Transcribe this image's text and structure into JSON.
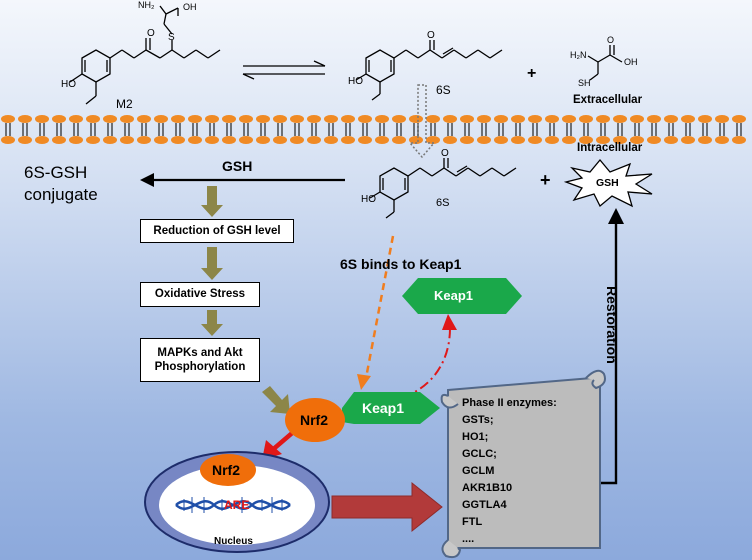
{
  "top": {
    "m2_label": "M2",
    "sixs_top_label": "6S",
    "plus_top": "+",
    "extracellular": "Extracellular",
    "intracellular": "Intracellular",
    "nh2_label": "H₂N",
    "oh_label": "OH",
    "sh_label": "SH",
    "ho_label": "HO",
    "o_label": "O",
    "s_label": "S",
    "nh2_m2": "NH₂"
  },
  "gsh_section": {
    "conjugate_line1": "6S-GSH",
    "conjugate_line2": "conjugate",
    "gsh_label": "GSH",
    "sixs_mid_label": "6S",
    "plus_mid": "+",
    "gsh_burst": "GSH"
  },
  "cascade": {
    "box1": "Reduction of GSH level",
    "box2": "Oxidative Stress",
    "box3_line1": "MAPKs and Akt",
    "box3_line2": "Phosphorylation"
  },
  "keap": {
    "binds_label": "6S binds to Keap1",
    "free_keap1": "Keap1",
    "nrf2_complex": "Nrf2",
    "keap1_complex": "Keap1"
  },
  "nucleus": {
    "nrf2": "Nrf2",
    "are": "ARE",
    "label": "Nucleus"
  },
  "restoration": "Restoration",
  "phase2": {
    "title": "Phase II enzymes:",
    "items": [
      "GSTs;",
      "HO1;",
      "GCLC;",
      "GCLM",
      "AKR1B10",
      "GGTLA4",
      "FTL",
      "...."
    ]
  },
  "colors": {
    "membrane": "#f08a24",
    "keap1_green": "#1aa84a",
    "nrf2_orange": "#f06e0a",
    "olive_arrow": "#8c8648",
    "red_arrow": "#e01818",
    "dark_red_arrow": "#b23a3a",
    "dashed_orange": "#f07d1e"
  }
}
